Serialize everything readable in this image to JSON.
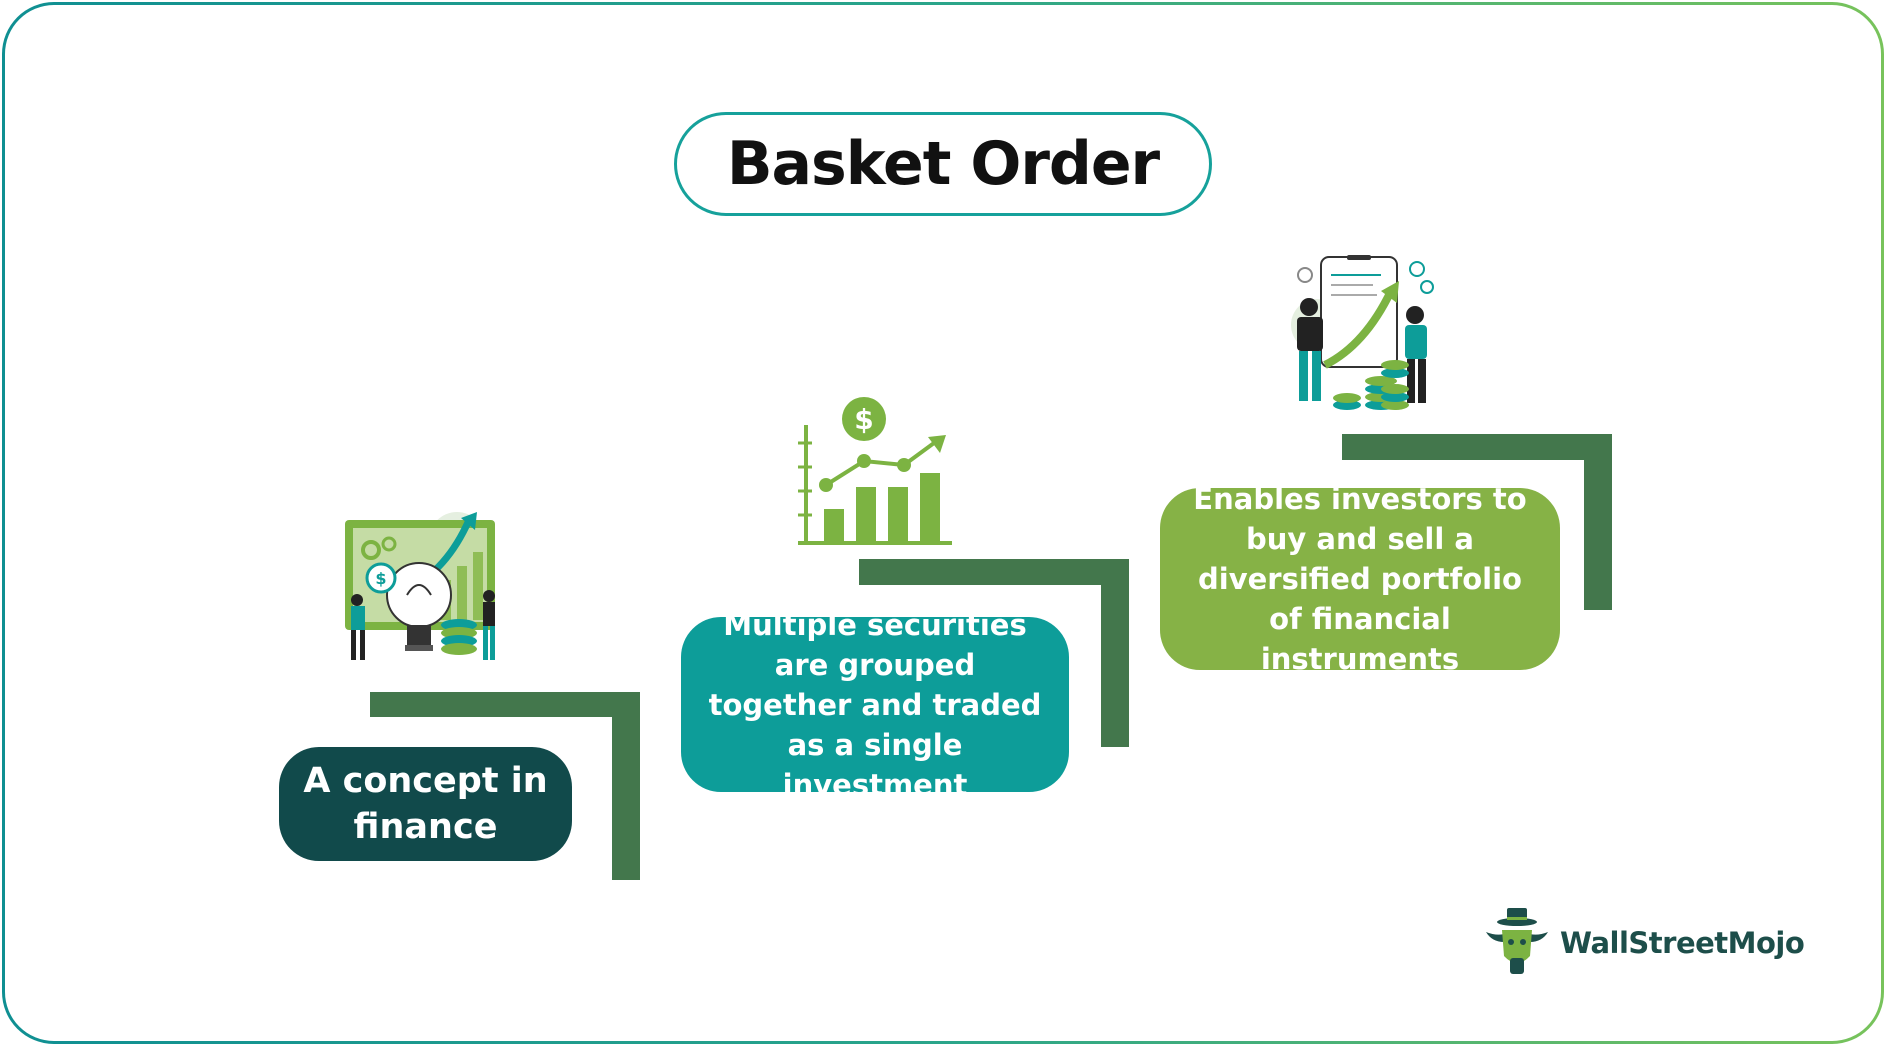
{
  "title": "Basket Order",
  "steps": [
    {
      "text": "A concept in finance",
      "color": "#114a4b",
      "icon": "lightbulb-finance-illustration"
    },
    {
      "text": "Multiple securities are grouped together and traded as a single investment",
      "color": "#0d9d99",
      "icon": "growth-chart-dollar-icon"
    },
    {
      "text": "Enables investors to buy and sell a diversified portfolio of financial instruments",
      "color": "#86b246",
      "icon": "investors-portfolio-illustration"
    }
  ],
  "colors": {
    "step_bar": "#43774c",
    "frame_start": "#0f8f92",
    "frame_end": "#78c35b",
    "title_border": "#16a19b",
    "accent_green": "#7cb342",
    "teal": "#0d9d99"
  },
  "brand": {
    "name": "WallStreetMojo"
  }
}
